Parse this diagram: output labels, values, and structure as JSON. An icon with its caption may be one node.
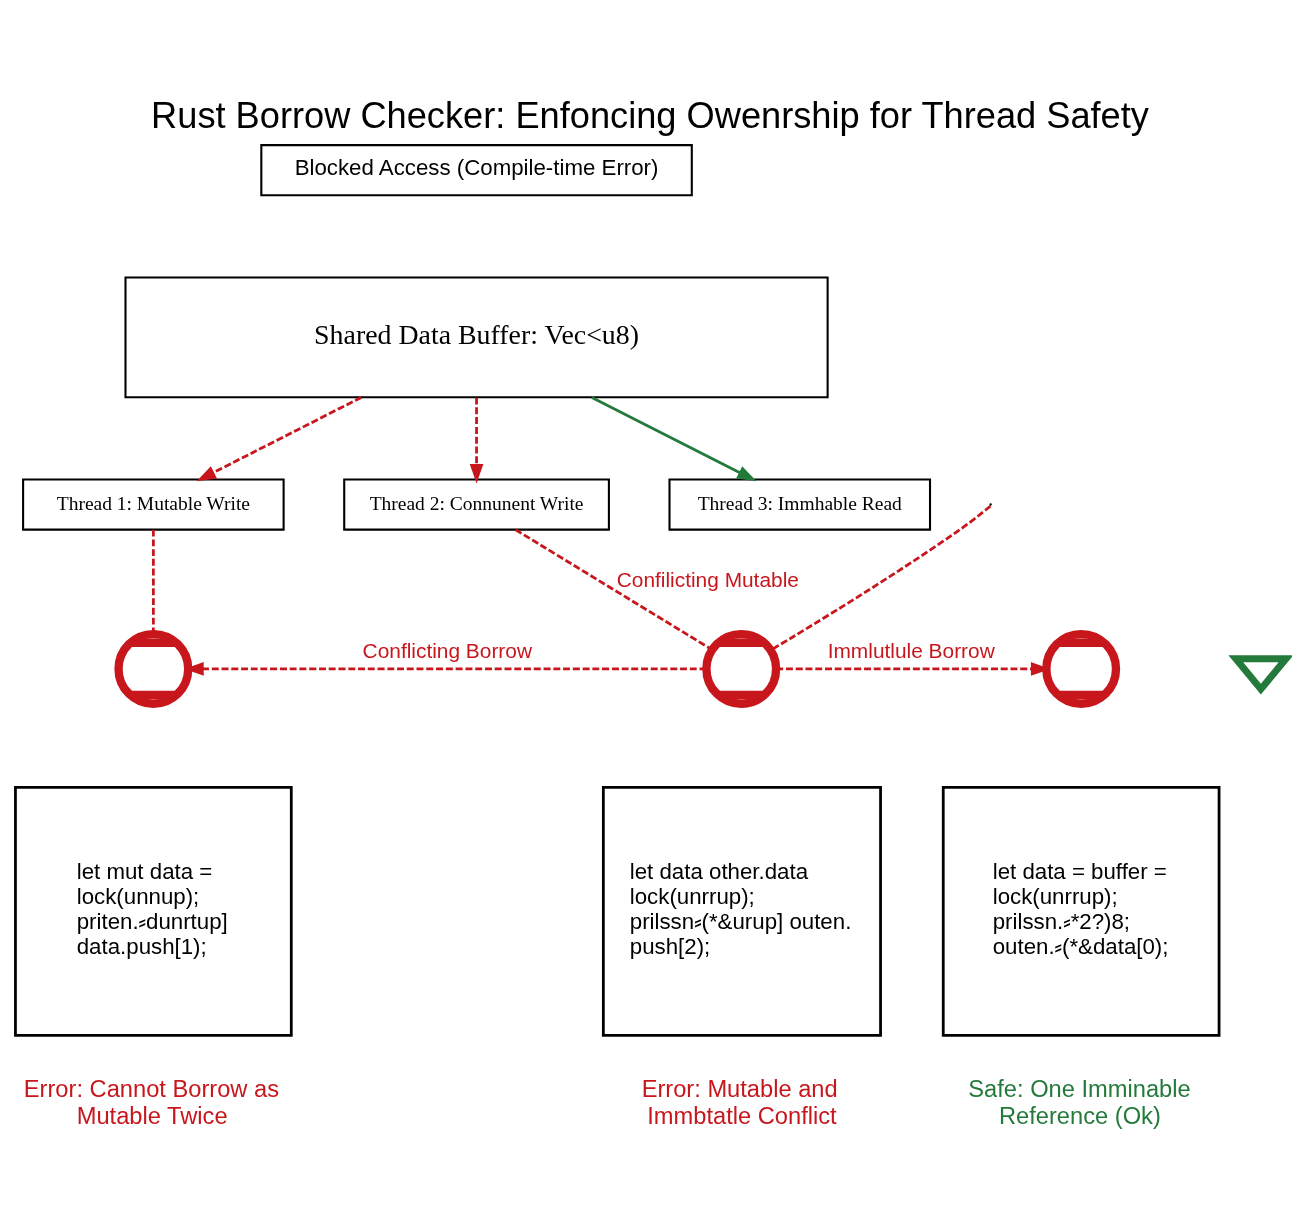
{
  "diagram": {
    "title": "Rust Borrow Checker: Enfoncing Owenrship for Thread Safety",
    "nodes": [
      {
        "text": [
          "Blocked Access (Compile-time Error)"
        ]
      },
      {
        "text": [
          "Shared Data Buffer: Vec<u8)"
        ]
      },
      {
        "text": [
          "Thread 1: Mutable Write"
        ]
      },
      {
        "text": [
          "Thread 2: Connunent Write"
        ]
      },
      {
        "text": [
          "Thread 3: Immhable Read"
        ]
      },
      {
        "text": [],
        "shape": "cross"
      },
      {
        "text": [],
        "shape": "cross"
      },
      {
        "text": [],
        "shape": "cross"
      },
      {
        "text": [],
        "shape": "checkmark"
      },
      {
        "text": [
          "let mut data = lock(unnup); priten.⸗dunrtup] data.push[1);"
        ],
        "beside": [
          "Error: Cannot Borrow as Mutable Twice"
        ]
      },
      {
        "text": [
          "let data other.data lock(unrrup); prilssn⸗(*&urup] outen. push[2);"
        ],
        "beside": [
          "Error: Mutable and Immbtatle Conflict"
        ]
      },
      {
        "text": [
          "let data = buffer = lock(unrrup); prilssn.⸗*2?)8; outen.⸗(*&data[0);"
        ],
        "beside": [
          "Safe: One Imminable Reference (Ok)"
        ]
      }
    ],
    "edges": [
      {
        "from": 1,
        "to": 2,
        "arrow": "to",
        "style": "dashed"
      },
      {
        "from": 1,
        "to": 3,
        "arrow": "to",
        "style": "dashed"
      },
      {
        "from": 1,
        "to": 4,
        "arrow": "to",
        "color": "#237a3b"
      },
      {
        "from": 2,
        "to": 5,
        "arrow": "none",
        "style": "dashed"
      },
      {
        "from": 3,
        "to": 6,
        "arrow": "none",
        "style": "dashed",
        "label": "Confilicting Mutable"
      },
      {
        "from": null,
        "to": 6,
        "arrow": "none",
        "style": "dashed"
      },
      {
        "from": 6,
        "to": 5,
        "arrow": "to",
        "style": "dashed",
        "label": "Conflicting Borrow"
      },
      {
        "from": 6,
        "to": 7,
        "arrow": "to",
        "style": "dashed",
        "label": "Immlutlule Borrow"
      }
    ]
  }
}
